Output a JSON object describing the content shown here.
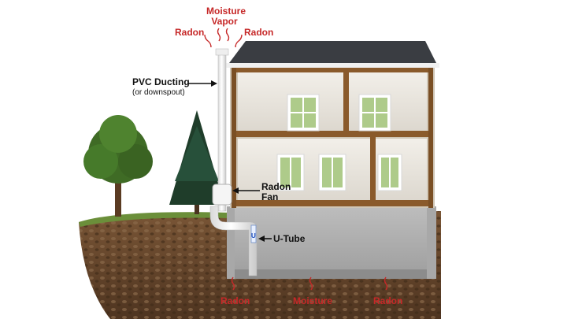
{
  "labels": {
    "moisture_vapor_line1": "Moisture",
    "moisture_vapor_line2": "Vapor",
    "radon_top_left": "Radon",
    "radon_top_right": "Radon",
    "pvc_ducting": "PVC Ducting",
    "pvc_ducting_sub": "(or downspout)",
    "radon_fan_line1": "Radon",
    "radon_fan_line2": "Fan",
    "u_tube": "U-Tube",
    "u_tube_letter": "U",
    "radon_bottom_left": "Radon",
    "moisture_bottom": "Moisture",
    "radon_bottom_right": "Radon"
  },
  "colors": {
    "gas_label": "#c62828",
    "callout_text": "#111111",
    "pipe": "#f4f4f4",
    "soil": "#6b4a2e",
    "roof": "#3a3d42",
    "siding": "#e8e3da"
  }
}
